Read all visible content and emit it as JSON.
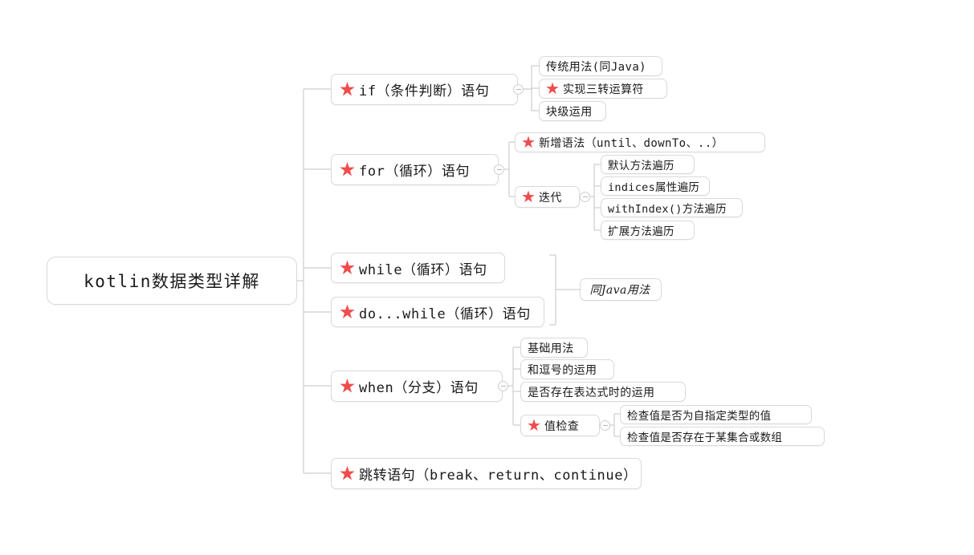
{
  "canvas": {
    "background": "#ffffff",
    "node_border_color": "#d9d9d9",
    "line_color": "#cdcdcd",
    "star_color": "#ef4d4d",
    "text_color": "#1a1a1a"
  },
  "mindmap": {
    "root": {
      "label": "kotlin数据类型详解",
      "starred": false
    },
    "branches": [
      {
        "id": "if",
        "label": "if（条件判断）语句",
        "starred": true,
        "toggle": "collapse-toggle",
        "children": [
          {
            "label": "传统用法(同Java)",
            "starred": false
          },
          {
            "label": "实现三转运算符",
            "starred": true
          },
          {
            "label": "块级运用",
            "starred": false
          }
        ]
      },
      {
        "id": "for",
        "label": "for（循环）语句",
        "starred": true,
        "toggle": "collapse-toggle",
        "children": [
          {
            "label": "新增语法（until、downTo、..）",
            "starred": true
          },
          {
            "label": "迭代",
            "starred": true,
            "toggle": "collapse-toggle",
            "children": [
              {
                "label": "默认方法遍历",
                "starred": false
              },
              {
                "label": "indices属性遍历",
                "starred": false
              },
              {
                "label": "withIndex()方法遍历",
                "starred": false
              },
              {
                "label": "扩展方法遍历",
                "starred": false
              }
            ]
          }
        ]
      },
      {
        "id": "while",
        "label": "while（循环）语句",
        "starred": true,
        "children": []
      },
      {
        "id": "dowhile",
        "label": "do...while（循环）语句",
        "starred": true,
        "children": []
      },
      {
        "id": "when",
        "label": "when（分支）语句",
        "starred": true,
        "toggle": "collapse-toggle",
        "children": [
          {
            "label": "基础用法",
            "starred": false
          },
          {
            "label": "和逗号的运用",
            "starred": false
          },
          {
            "label": "是否存在表达式时的运用",
            "starred": false
          },
          {
            "label": "值检查",
            "starred": true,
            "toggle": "collapse-toggle",
            "children": [
              {
                "label": "检查值是否为自指定类型的值",
                "starred": false
              },
              {
                "label": "检查值是否存在于某集合或数组",
                "starred": false
              }
            ]
          }
        ]
      },
      {
        "id": "jump",
        "label": "跳转语句（break、return、continue）",
        "starred": true,
        "children": []
      }
    ],
    "shared_note": {
      "label": "同Java用法",
      "italic": true,
      "applies_to": [
        "while",
        "dowhile"
      ]
    }
  }
}
